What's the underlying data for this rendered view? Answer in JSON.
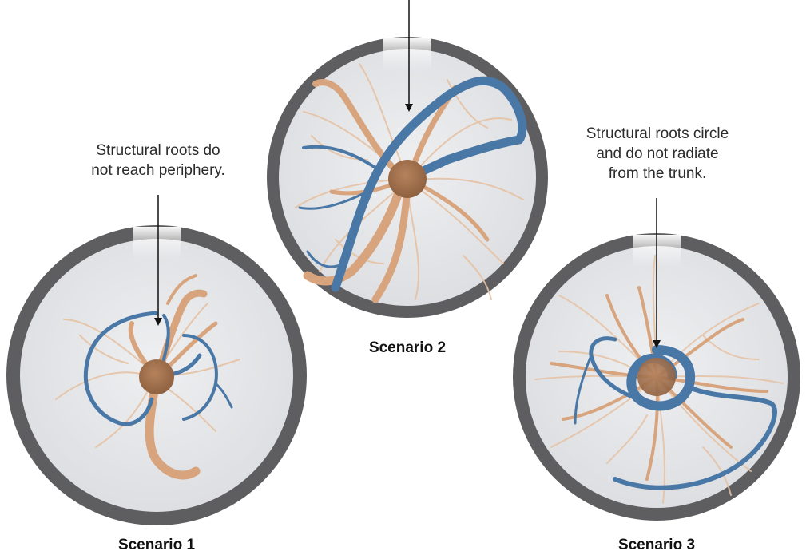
{
  "colors": {
    "ring": "#5e5e60",
    "ring_highlight": "#ffffff",
    "soil": "#e5e6e8",
    "root_tan": "#d7a47e",
    "root_tan_light": "#e6c2a4",
    "root_blue": "#4a78a6",
    "trunk": "#a2714e",
    "text": "#2b2b2b",
    "caption": "#111111"
  },
  "icons": [
    "arrow-down-icon"
  ],
  "scenarios": [
    {
      "id": "scenario-1",
      "caption": "Scenario 1",
      "annotation_lines": [
        "Structural roots do",
        "not reach periphery."
      ]
    },
    {
      "id": "scenario-2",
      "caption": "Scenario 2",
      "annotation_lines": []
    },
    {
      "id": "scenario-3",
      "caption": "Scenario 3",
      "annotation_lines": [
        "Structural roots circle",
        "and do not radiate",
        "from the trunk."
      ]
    }
  ]
}
